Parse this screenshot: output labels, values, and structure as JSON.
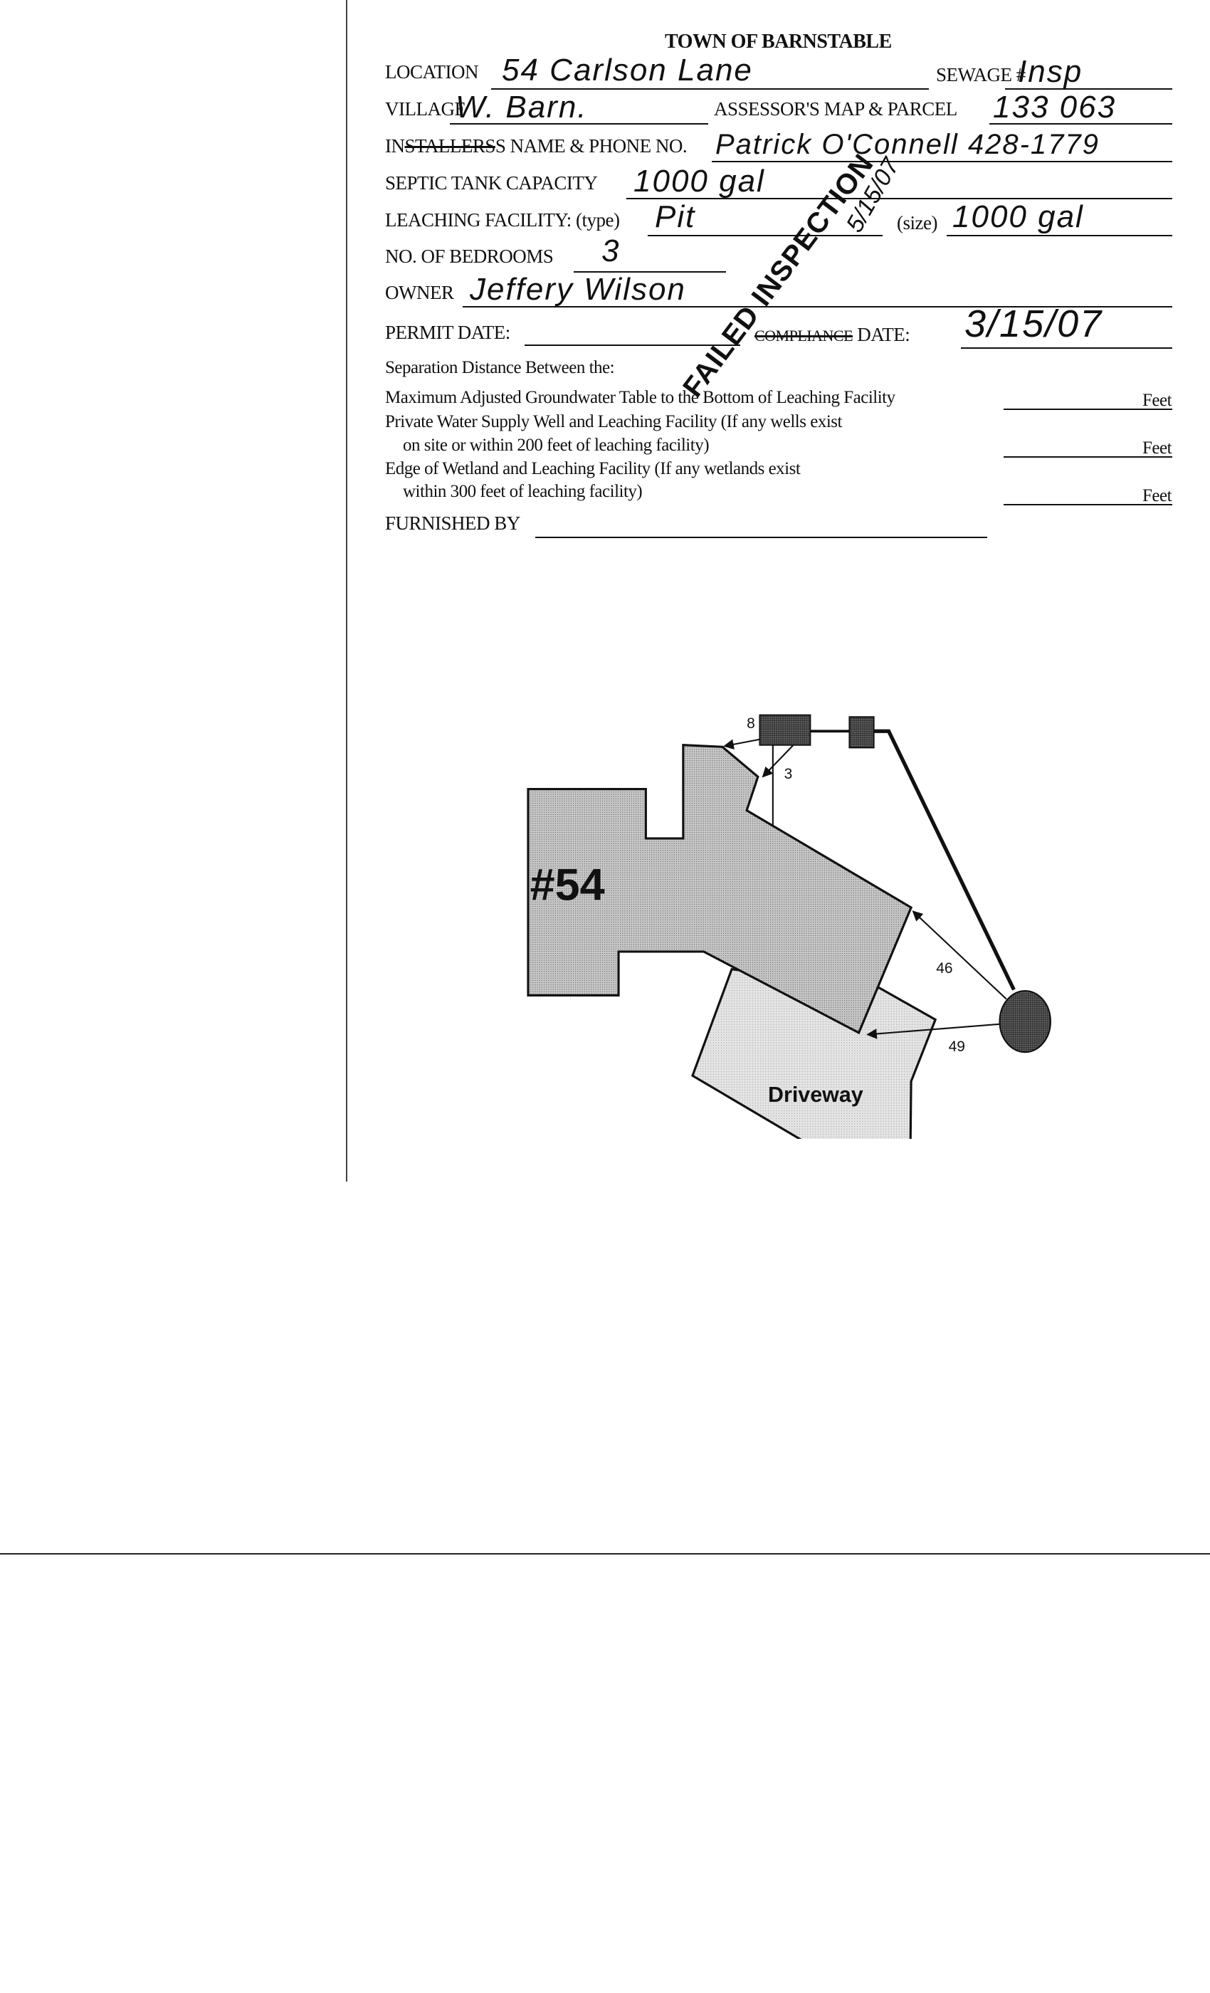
{
  "form": {
    "title": "TOWN OF BARNSTABLE",
    "location_label": "LOCATION",
    "location_value": "54 Carlson Lane",
    "sewage_label": "SEWAGE #",
    "sewage_value": "Insp",
    "village_label": "VILLAGE",
    "village_value": "W. Barn.",
    "assessor_label": "ASSESSOR'S MAP & PARCEL",
    "assessor_value": "133   063",
    "installer_prefix": "IN",
    "installer_struck": "STALLERS",
    "installer_label": "S NAME & PHONE NO.",
    "installer_value": "Patrick O'Connell  428-1779",
    "septic_label": "SEPTIC TANK CAPACITY",
    "septic_value": "1000 gal",
    "leaching_label": "LEACHING FACILITY: (type)",
    "leaching_type_value": "Pit",
    "size_label": "(size)",
    "size_value": "1000 gal",
    "bedrooms_label": "NO. OF BEDROOMS",
    "bedrooms_value": "3",
    "owner_label": "OWNER",
    "owner_value": "Jeffery Wilson",
    "permit_label": "PERMIT DATE:",
    "compliance_struck": "COMPLIANCE",
    "date_label": "DATE:",
    "date_value": "3/15/07",
    "separation_heading": "Separation Distance Between the:",
    "sep1": "Maximum Adjusted Groundwater Table to the Bottom of Leaching Facility",
    "sep2a": "Private Water Supply Well and Leaching Facility (If any wells exist",
    "sep2b": "on site or within 200 feet of leaching facility)",
    "sep3a": "Edge of Wetland and Leaching Facility (If any wetlands exist",
    "sep3b": "within 300 feet of leaching facility)",
    "feet": "Feet",
    "furnished_label": "FURNISHED BY"
  },
  "stamp": {
    "text": "FAILED INSPECTION",
    "date": "5/15/07"
  },
  "diagram": {
    "house_label": "#54",
    "driveway_label": "Driveway",
    "dist_8": "8",
    "dist_3": "3",
    "dist_46": "46",
    "dist_49": "49"
  }
}
